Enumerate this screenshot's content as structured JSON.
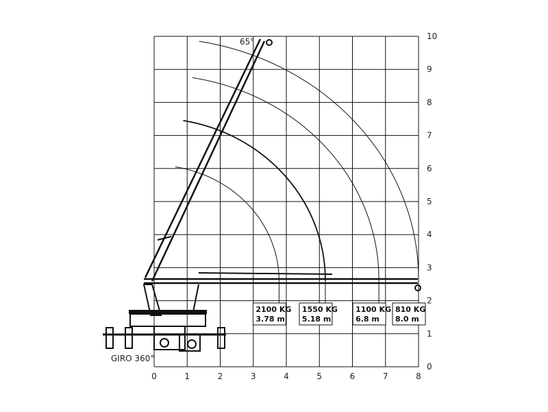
{
  "chart_data": {
    "type": "diagram",
    "x_ticks": [
      "0",
      "1",
      "2",
      "3",
      "4",
      "5",
      "6",
      "7",
      "8"
    ],
    "y_ticks": [
      "0",
      "1",
      "2",
      "3",
      "4",
      "5",
      "6",
      "7",
      "8",
      "9",
      "10"
    ],
    "xlim": [
      0,
      8
    ],
    "ylim": [
      0,
      10
    ],
    "grid": true,
    "boom_angle_label": "65°",
    "rotation_label": "GIRO 360°",
    "load_points": [
      {
        "weight": "2100 KG",
        "reach": "3.78 m",
        "reach_value": 3.78
      },
      {
        "weight": "1550 KG",
        "reach": "5.18 m",
        "reach_value": 5.18
      },
      {
        "weight": "1100 KG",
        "reach": "6.8 m",
        "reach_value": 6.8
      },
      {
        "weight": "810 KG",
        "reach": "8.0 m",
        "reach_value": 8.0
      }
    ],
    "arcs_max_height": [
      6.1,
      7.5,
      8.8,
      9.9
    ]
  }
}
